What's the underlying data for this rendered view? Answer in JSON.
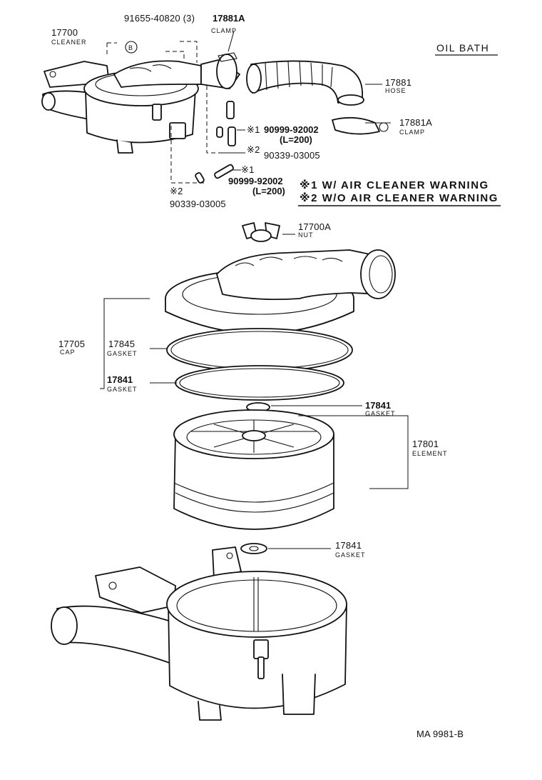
{
  "header": {
    "title": "OIL  BATH"
  },
  "footer": {
    "code": "MA  9981-B"
  },
  "legend": {
    "note1": "※1 W/ AIR CLEANER WARNING",
    "note2": "※2 W/O AIR CLEANER WARNING"
  },
  "parts": {
    "p91655": {
      "number": "91655-40820 (3)",
      "marker": "B"
    },
    "p17881A_top": {
      "number": "17881A",
      "name": "CLAMP"
    },
    "p17700": {
      "number": "17700",
      "name": "CLEANER"
    },
    "p17881": {
      "number": "17881",
      "name": "HOSE"
    },
    "p17881A_right": {
      "number": "17881A",
      "name": "CLAMP"
    },
    "p90999_a": {
      "mark": "※1",
      "number": "90999-92002",
      "spec": "(L=200)"
    },
    "p90339_a": {
      "mark": "※2",
      "number": "90339-03005"
    },
    "p90999_b": {
      "mark": "※1",
      "number": "90999-92002",
      "spec": "(L=200)"
    },
    "p90339_b": {
      "mark": "※2",
      "number": "90339-03005"
    },
    "p17700A": {
      "number": "17700A",
      "name": "NUT"
    },
    "p17705": {
      "number": "17705",
      "name": "CAP"
    },
    "p17845": {
      "number": "17845",
      "name": "GASKET"
    },
    "p17841_left": {
      "number": "17841",
      "name": "GASKET"
    },
    "p17841_right": {
      "number": "17841",
      "name": "GASKET"
    },
    "p17801": {
      "number": "17801",
      "name": "ELEMENT"
    },
    "p17841_low": {
      "number": "17841",
      "name": "GASKET"
    }
  }
}
